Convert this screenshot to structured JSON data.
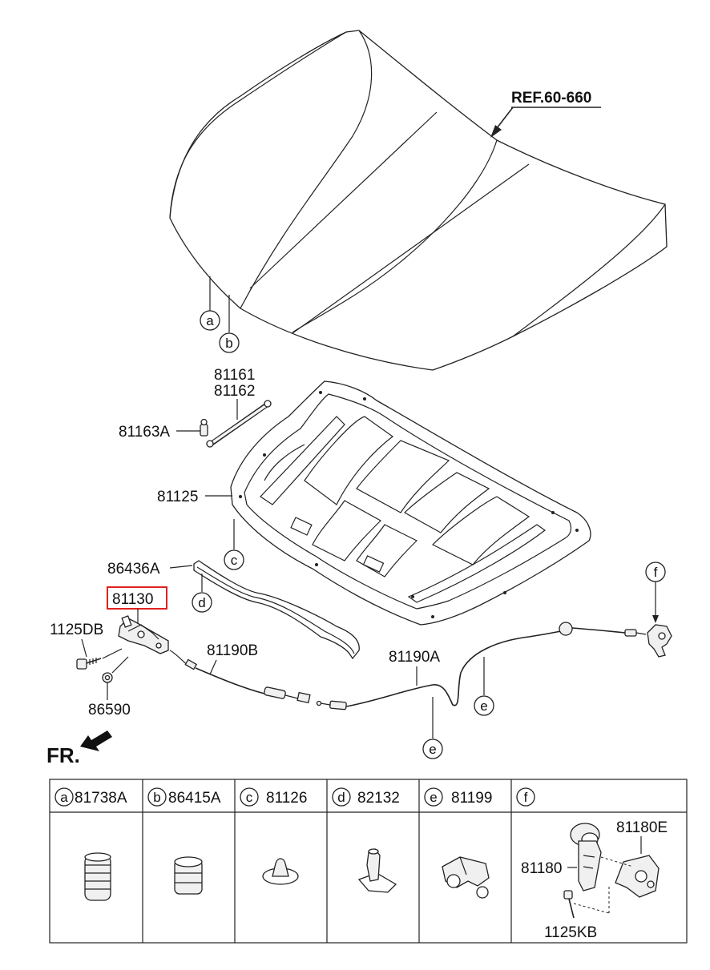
{
  "labels": {
    "ref": "REF.60-660",
    "p81161": "81161",
    "p81162": "81162",
    "p81163A": "81163A",
    "p81125": "81125",
    "p86436A": "86436A",
    "p81130": "81130",
    "p1125DB": "1125DB",
    "p86590": "86590",
    "p81190B": "81190B",
    "p81190A": "81190A",
    "fr": "FR."
  },
  "callouts": {
    "a": "a",
    "b": "b",
    "c": "c",
    "d": "d",
    "e1": "e",
    "e2": "e",
    "f": "f"
  },
  "legend": {
    "cells": [
      {
        "letter": "a",
        "part": "81738A"
      },
      {
        "letter": "b",
        "part": "86415A"
      },
      {
        "letter": "c",
        "part": "81126"
      },
      {
        "letter": "d",
        "part": "82132"
      },
      {
        "letter": "e",
        "part": "81199"
      },
      {
        "letter": "f",
        "part": ""
      }
    ],
    "f_parts": {
      "p81180E": "81180E",
      "p81180": "81180",
      "p1125KB": "1125KB"
    }
  },
  "highlight_color": "#e02020"
}
